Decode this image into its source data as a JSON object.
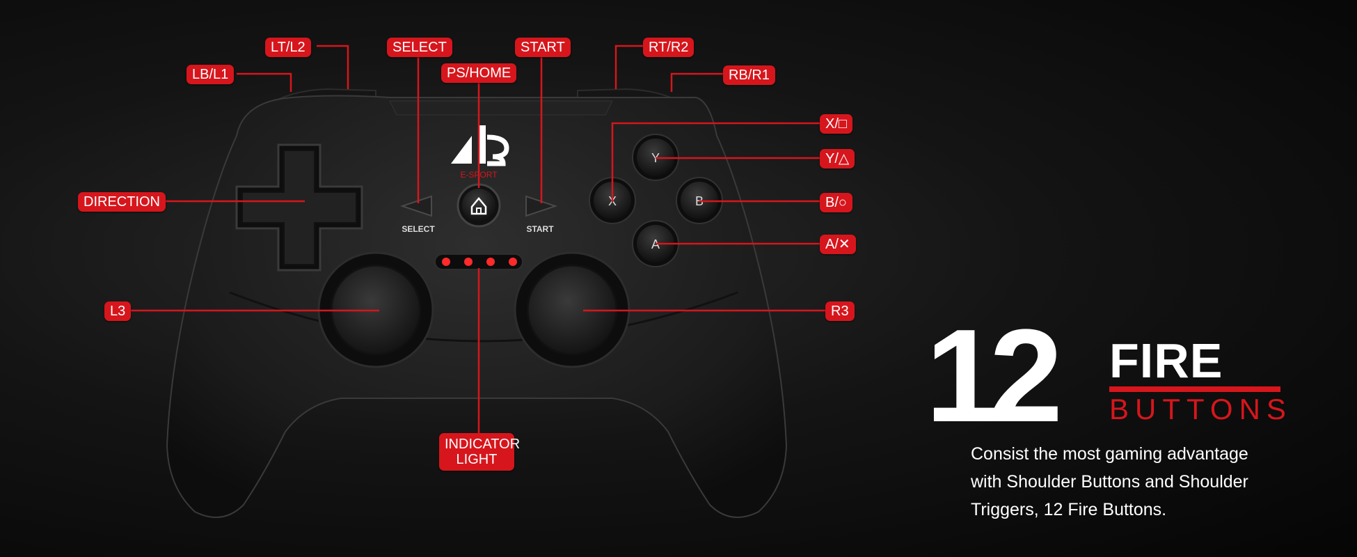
{
  "labels": {
    "lt_l2": "LT/L2",
    "lb_l1": "LB/L1",
    "select": "SELECT",
    "ps_home": "PS/HOME",
    "start": "START",
    "rt_r2": "RT/R2",
    "rb_r1": "RB/R1",
    "x_square": "X/□",
    "y_triangle": "Y/△",
    "b_circle": "B/○",
    "a_cross": "A/✕",
    "direction": "DIRECTION",
    "l3": "L3",
    "r3": "R3",
    "indicator_line1": "INDICATOR",
    "indicator_line2": "LIGHT"
  },
  "controller": {
    "brand_text": "E-SPORT",
    "select_text": "SELECT",
    "start_text": "START",
    "face_buttons": {
      "y": "Y",
      "x": "X",
      "b": "B",
      "a": "A"
    },
    "indicator_leds": 4
  },
  "headline": {
    "number": "12",
    "word1": "FIRE",
    "word2": "BUTTONS"
  },
  "description": {
    "line1": "Consist the most gaming advantage",
    "line2": "with Shoulder Buttons and Shoulder",
    "line3": "Triggers, 12 Fire Buttons."
  },
  "colors": {
    "accent_red": "#d6161c",
    "led_red": "#ff2a2a",
    "controller_body": "#1c1c1c",
    "text": "#ffffff"
  }
}
